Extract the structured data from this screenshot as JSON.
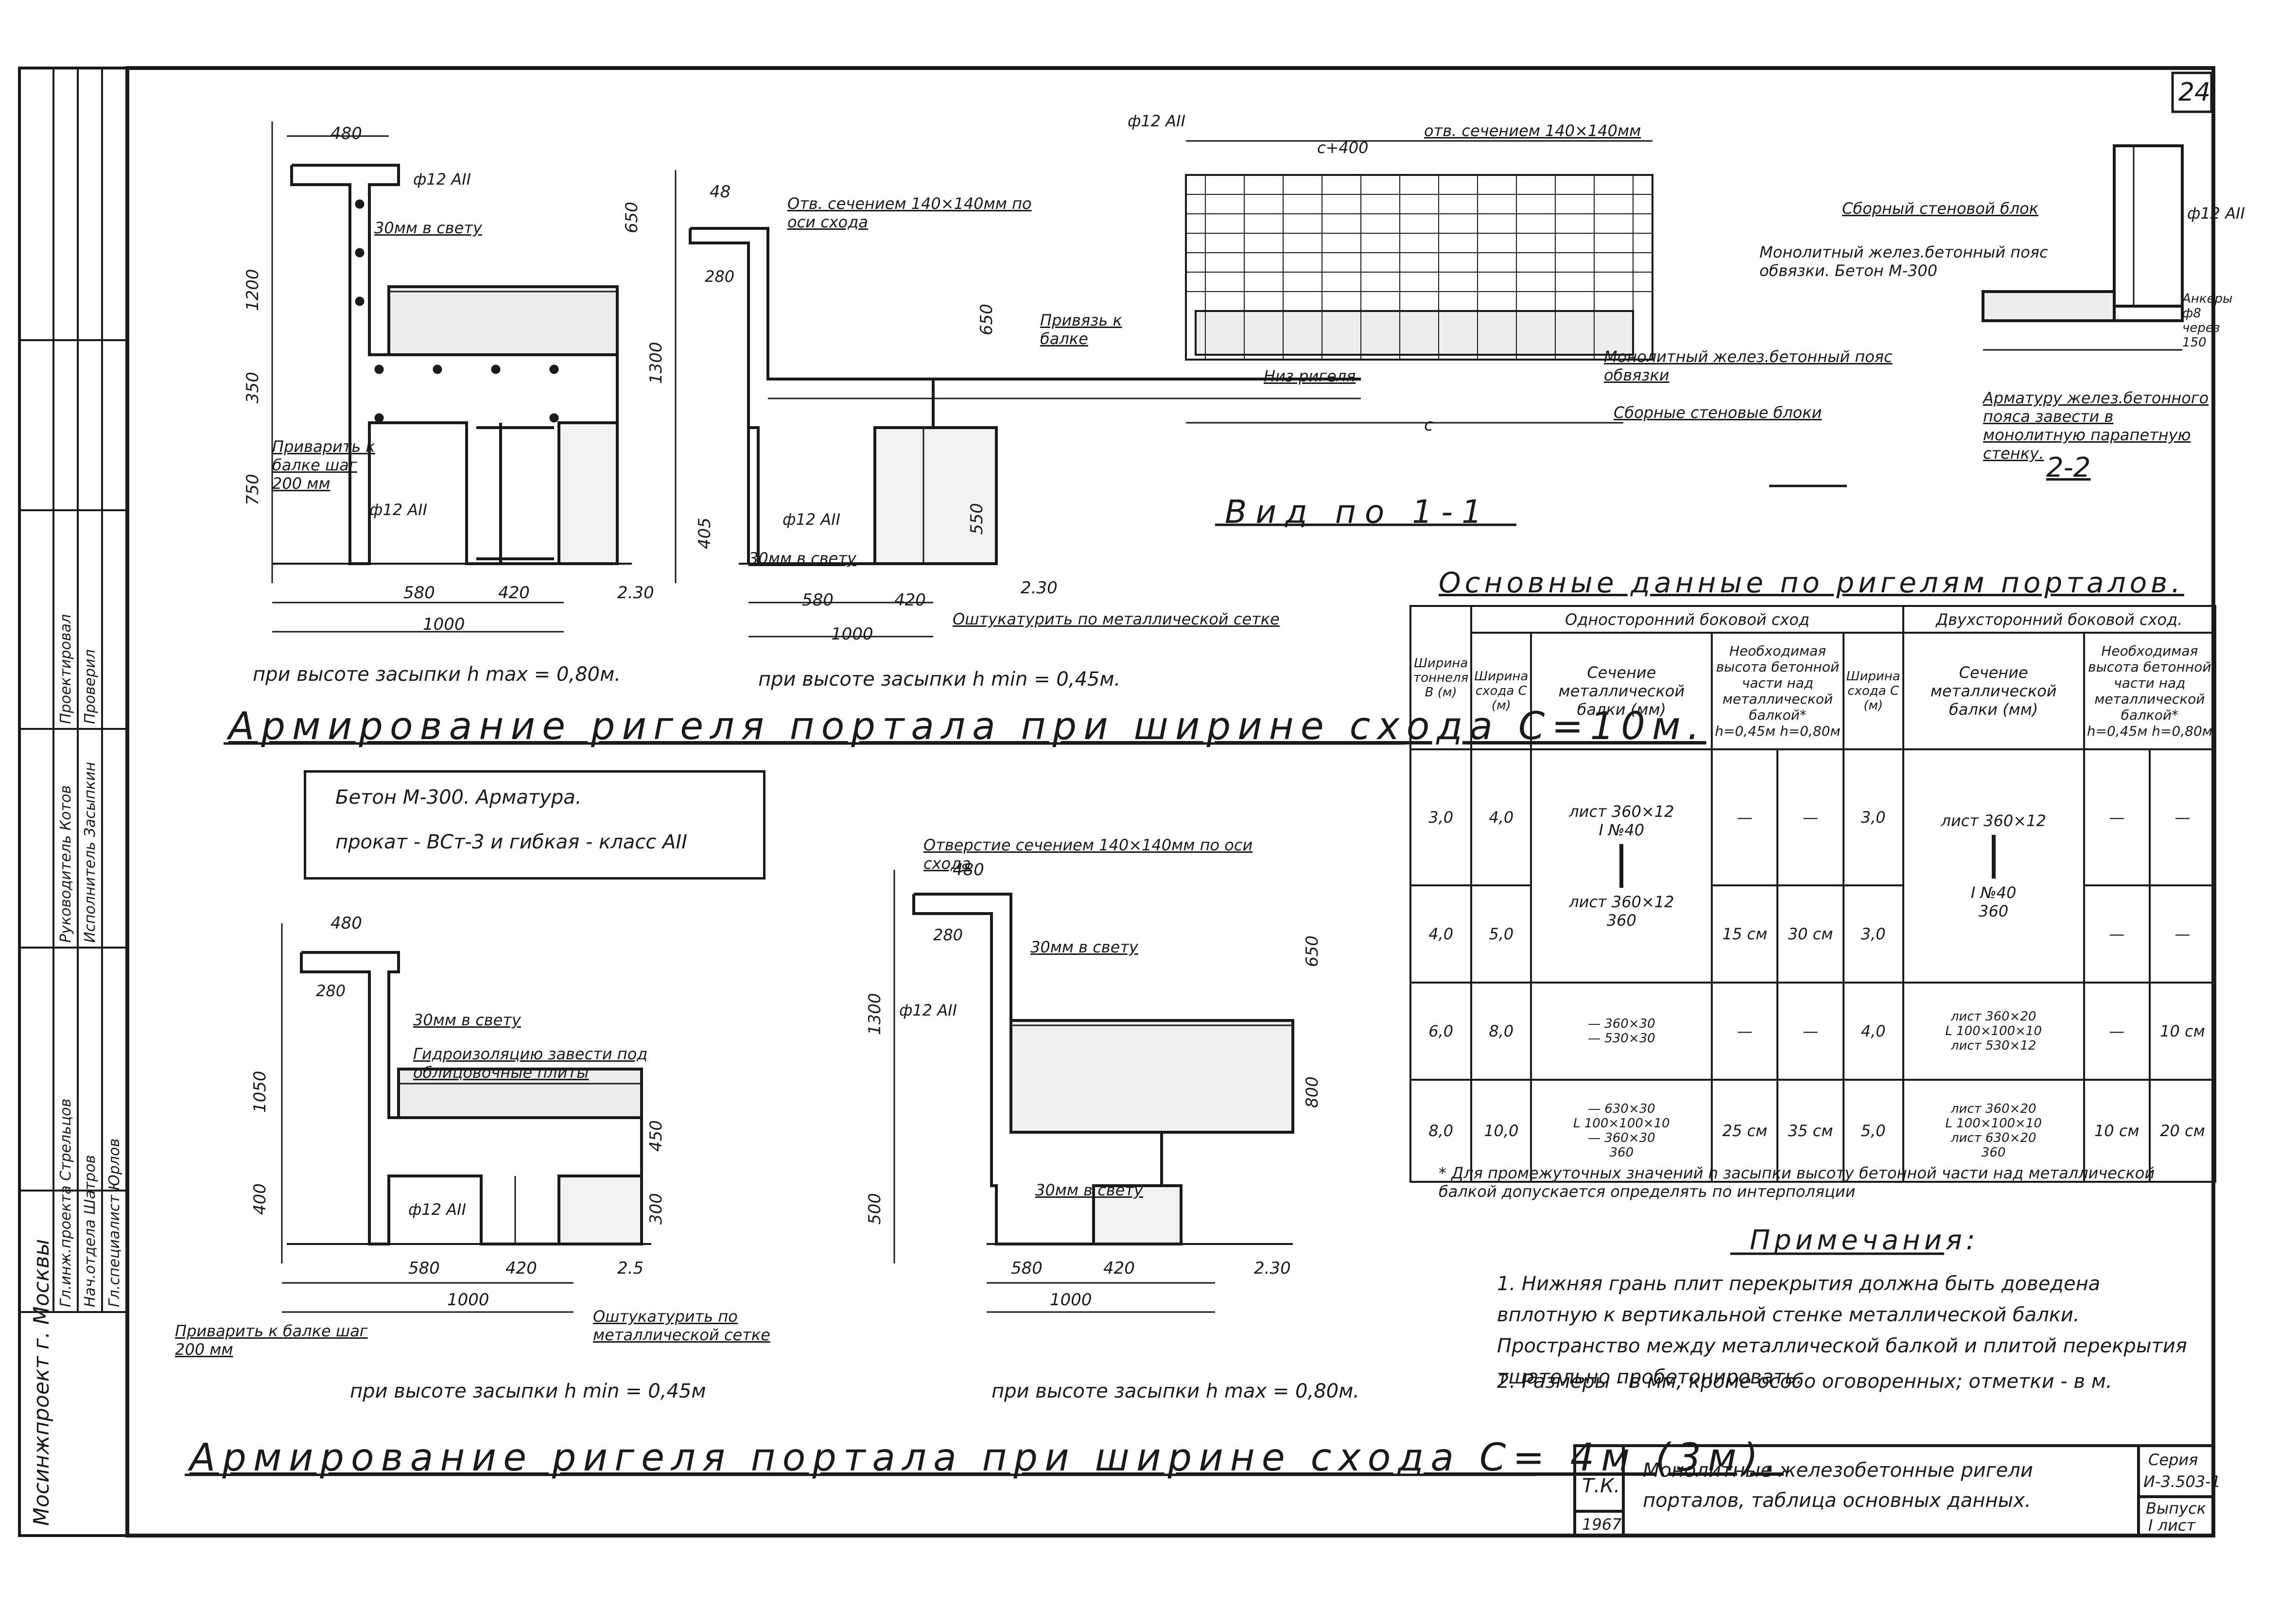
{
  "sheet_number": "24",
  "titles": {
    "wide_title": "Армирование ригеля портала при ширине схода С=10м.",
    "narrow_title": "Армирование ригеля портала при ширине схода С= 4м (3м).",
    "view_title": "Вид по 1-1",
    "section_title": "2-2",
    "table_title": "Основные данные по ригелям порталов.",
    "notes_title": "Примечания:"
  },
  "materials_box": {
    "line1": "Бетон М-300. Арматура.",
    "line2": "прокат - ВСт-3 и гибкая - класс АII"
  },
  "captions": {
    "top_left": "при высоте засыпки h max = 0,80м.",
    "top_mid": "при высоте засыпки h min = 0,45м.",
    "bot_left": "при высоте засыпки h min = 0,45м",
    "bot_mid": "при высоте засыпки h max = 0,80м."
  },
  "labels": {
    "rebar": "ф12 АII",
    "gap30": "30мм в свету",
    "weld": "Приварить к балке шаг 200 мм",
    "plaster": "Оштукатурить по металлической сетке",
    "hole_top": "Отв. сечением 140×140мм по оси схода",
    "hole_bottom": "Отверстие сечением 140×140мм по оси схода",
    "hydro": "Гидроизоляцию завести под облицовочные плиты",
    "rebar_weld": "Привязь к балке",
    "view_hole": "отв. сечением 140×140мм",
    "view_c": "с+400",
    "view_bottom": "Низ ригеля",
    "view_mono": "Монолитный желез.бетонный пояс обвязки",
    "view_blocks": "Сборные стеновые блоки",
    "s22_block": "Сборный стеновой блок",
    "s22_mono": "Монолитный желез.бетонный пояс обвязки. Бетон М-300",
    "s22_anchor": "Анкеры ф8 через 150",
    "s22_note": "Арматуру желез.бетонного пояса завести в монолитную парапетную стенку.",
    "view_c_dim": "с"
  },
  "dims_top_left": [
    "480",
    "580",
    "420",
    "1000",
    "650",
    "1200",
    "350",
    "750",
    "2.30"
  ],
  "dims_top_mid": [
    "48",
    "280",
    "580",
    "420",
    "1000",
    "650",
    "1300",
    "405",
    "550",
    "2.30"
  ],
  "dims_bot_left": [
    "480",
    "280",
    "580",
    "420",
    "1000",
    "1050",
    "400",
    "300",
    "450",
    "2.5"
  ],
  "dims_bot_mid": [
    "480",
    "280",
    "580",
    "420",
    "1000",
    "650",
    "1300",
    "800",
    "500",
    "2.30"
  ],
  "table": {
    "group_one": "Односторонний боковой сход",
    "group_two": "Двухсторонний боковой сход.",
    "col_width": "Ширина тоннеля В (м)",
    "col_span": "Ширина схода С (м)",
    "col_section": "Сечение металлической балки (мм)",
    "col_height": "Необходимая высота бетонной части над металлической балкой*",
    "h045": "h=0,45м",
    "h080": "h=0,80м",
    "rows": [
      {
        "b": "3,0",
        "c1": "4,0",
        "h1": "—",
        "h2": "—",
        "c2": "3,0",
        "h3": "—",
        "h4": "—"
      },
      {
        "b": "4,0",
        "c1": "5,0",
        "h1": "15 см",
        "h2": "30 см",
        "c2": "3,0",
        "h3": "—",
        "h4": "—"
      },
      {
        "b": "6,0",
        "c1": "8,0",
        "h1": "—",
        "h2": "—",
        "c2": "4,0",
        "h3": "—",
        "h4": "10 см"
      },
      {
        "b": "8,0",
        "c1": "10,0",
        "h1": "25 см",
        "h2": "35 см",
        "c2": "5,0",
        "h3": "10 см",
        "h4": "20 см"
      }
    ],
    "sections": {
      "s1": "лист 360×12",
      "s1b": "I №40",
      "s2": "лист 360×12",
      "s3a": "— 360×30",
      "s3b": "— 530×30",
      "s4a": "— 630×30",
      "s4b": "L 100×100×10",
      "s4c": "— 360×30",
      "d1": "лист 360×12",
      "d1b": "I №40",
      "d2": "лист 360×20",
      "d2b": "L 100×100×10",
      "d2c": "лист 530×12",
      "d3": "лист 360×20",
      "d3b": "L 100×100×10",
      "d3c": "лист 630×20",
      "w360": "360"
    },
    "footnote": "* Для промежуточных значений h засыпки высоту бетонной части над металлической балкой допускается определять по интерполяции"
  },
  "notes": [
    "1. Нижняя грань плит перекрытия должна быть доведена вплотную к вертикальной стенке металлической балки. Пространство между металлической балкой и плитой перекрытия тщательно пробетонировать.",
    "2. Размеры - в мм, кроме особо оговоренных; отметки - в м."
  ],
  "stamp": {
    "tk": "Т.К.",
    "year": "1967",
    "title": "Монолитные железобетонные ригели порталов, таблица основных данных.",
    "series_label": "Серия",
    "series": "И-3.503-1",
    "sheet_label": "Выпуск",
    "sheet": "I лист"
  },
  "left_stamp": {
    "org": "Мосинжпроект г. Москвы",
    "rows": [
      [
        "Гл.инж.проекта",
        "Стрельцов"
      ],
      [
        "Нач.отдела",
        "Шатров"
      ],
      [
        "Гл.специалист",
        "Юрлов"
      ],
      [
        "Руководитель",
        "Котов"
      ],
      [
        "Исполнитель",
        "Засыпкин"
      ]
    ],
    "roles": [
      "Проектировал",
      "Проверил"
    ]
  }
}
